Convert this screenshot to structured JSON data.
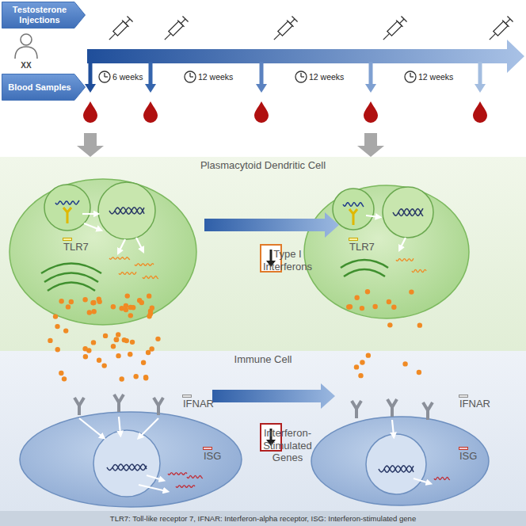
{
  "diagram": {
    "caption": "TLR7: Toll-like receptor 7, IFNAR: Interferon-alpha receptor, ISG: Interferon-stimulated gene",
    "nodes": [
      {
        "text": [
          "Testosterone Injections"
        ]
      },
      {
        "text": [
          "Blood Samples"
        ]
      },
      {
        "text": [
          "Plasmacytoid Dendritic Cell"
        ]
      },
      {
        "text": [
          "TLR7"
        ],
        "in": 2
      },
      {
        "text": [
          "Type I Interferons"
        ],
        "in": 2
      },
      {
        "text": [
          "TLR7"
        ],
        "in": 2
      },
      {
        "text": [
          "Immune Cell"
        ]
      },
      {
        "text": [
          "IFNAR"
        ],
        "in": 6
      },
      {
        "text": [
          "ISG"
        ],
        "in": 6
      },
      {
        "text": [
          "Interferon-Stimulated Genes"
        ],
        "in": 6
      },
      {
        "text": [
          "IFNAR"
        ],
        "in": 6
      },
      {
        "text": [
          "ISG"
        ],
        "in": 6
      }
    ],
    "labels": [
      "XX",
      "6 weeks",
      "12 weeks",
      "12 weeks",
      "12 weeks"
    ]
  }
}
